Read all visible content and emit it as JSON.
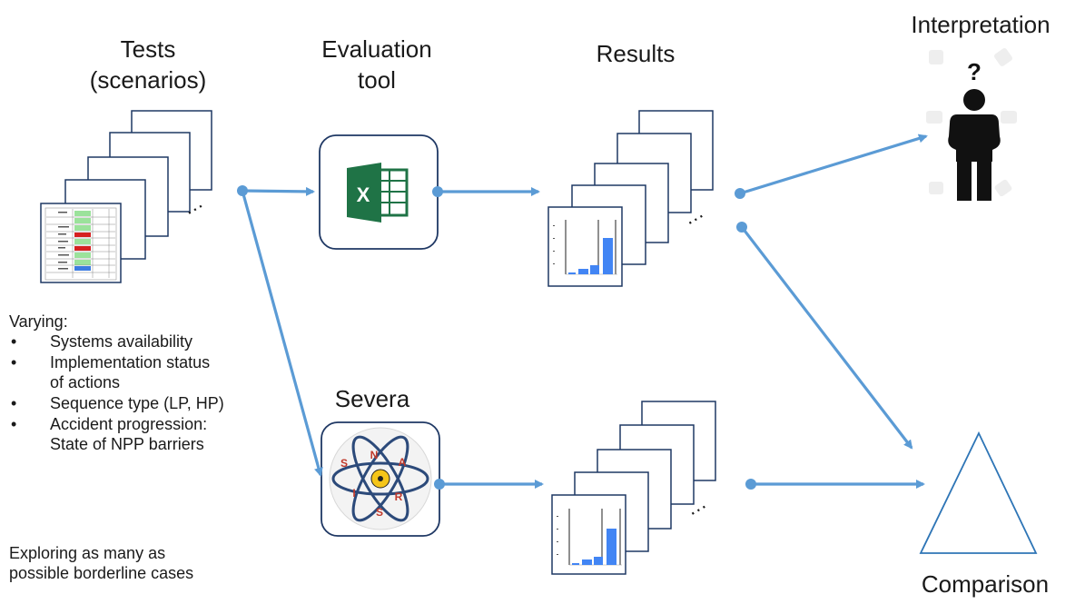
{
  "titles": {
    "tests_line1": "Tests",
    "tests_line2": "(scenarios)",
    "eval_line1": "Evaluation",
    "eval_line2": "tool",
    "results": "Results",
    "interpretation": "Interpretation",
    "severa": "Severa",
    "comparison": "Comparison"
  },
  "varying": {
    "heading": "Varying:",
    "items": [
      "Systems availability",
      "Implementation status",
      "of actions",
      "Sequence type (LP, HP)",
      "Accident progression:",
      "State of NPP barriers"
    ]
  },
  "exploring": {
    "line1": "Exploring as many as",
    "line2": "possible borderline cases"
  },
  "ellipsis": "…",
  "icons": {
    "excel": "excel-icon",
    "severa": "atom-icon",
    "person": "thinking-person-icon",
    "comparison": "triangle-icon"
  },
  "severa_letters": [
    "N",
    "A",
    "R",
    "S",
    "I",
    "S"
  ],
  "excel_letter": "X",
  "question_mark": "?",
  "colors": {
    "arrow": "#5b9bd5",
    "box_border": "#1f3864",
    "bar": "#4285f4",
    "excel_green": "#1f7346",
    "atom_red": "#c0392b"
  }
}
